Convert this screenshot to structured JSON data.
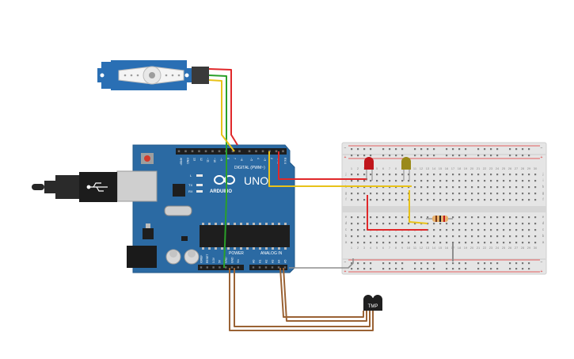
{
  "arduino": {
    "brand": "ARDUINO",
    "model": "UNO",
    "digital_label": "DIGITAL (PWM~)",
    "power_label": "POWER",
    "analog_label": "ANALOG IN",
    "tx_label": "TX",
    "rx_label": "RX",
    "l_label": "L",
    "digital_pins": [
      "AREF",
      "GND",
      "13",
      "12",
      "~11",
      "~10",
      "~9",
      "8",
      "7",
      "~6",
      "~5",
      "4",
      "~3",
      "2",
      "TX 1",
      "RX 0"
    ],
    "power_pins": [
      "IOREF",
      "RESET",
      "3.3V",
      "5V",
      "GND",
      "GND",
      "Vin"
    ],
    "analog_pins": [
      "A0",
      "A1",
      "A2",
      "A3",
      "A4",
      "A5"
    ]
  },
  "breadboard": {
    "row_letters_top": [
      "j",
      "i",
      "h",
      "g",
      "f"
    ],
    "row_letters_bottom": [
      "e",
      "d",
      "c",
      "b",
      "a"
    ],
    "column_numbers": [
      "1",
      "2",
      "3",
      "4",
      "5",
      "6",
      "7",
      "8",
      "9",
      "10",
      "11",
      "12",
      "13",
      "14",
      "15",
      "16",
      "17",
      "18",
      "19",
      "20",
      "21",
      "22",
      "23",
      "24",
      "25",
      "26",
      "27",
      "28",
      "29",
      "30"
    ]
  },
  "sensor": {
    "label": "TMP"
  },
  "colors": {
    "board": "#2b6aa3",
    "servo": "#2a6fb4",
    "wire_red": "#e0282a",
    "wire_green": "#2aa02a",
    "wire_yellow": "#e8c21a",
    "wire_brown": "#9a6234",
    "wire_gray": "#8e8e8e",
    "led_red": "#c0151b",
    "led_yellow": "#9a8a1a"
  }
}
